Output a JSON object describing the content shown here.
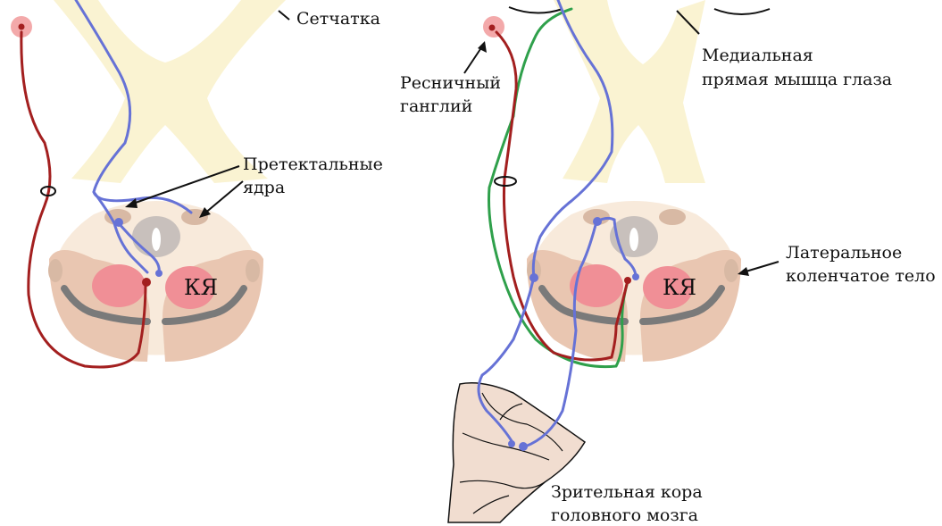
{
  "labels": {
    "retina": "Сетчатка",
    "pretectal_line1": "Претектальные",
    "pretectal_line2": "ядра",
    "nucleus_left": "КЯ",
    "nucleus_right": "КЯ",
    "ciliary_line1": "Ресничный",
    "ciliary_line2": "ганглий",
    "medial_rectus_line1": "Медиальная",
    "medial_rectus_line2": "прямая мышца глаза",
    "lgn_line1": "Латеральное",
    "lgn_line2": "коленчатое тело",
    "cortex_line1": "Зрительная кора",
    "cortex_line2": "головного мозга"
  },
  "colors": {
    "bone": "#faf3d2",
    "brainstem": "#f8eadb",
    "tegmentum": "#e9c6b1",
    "pretectal_nucleus": "#d8b9a4",
    "aqueduct": "#c8c0bc",
    "red_nucleus": "#f08f96",
    "substantia_nigra": "#7a7a7a",
    "red_pathway": "#a31f1f",
    "blue_pathway": "#6672d6",
    "green_pathway": "#2fa04b",
    "cortex": "#f1ddd0",
    "text": "#111111"
  }
}
